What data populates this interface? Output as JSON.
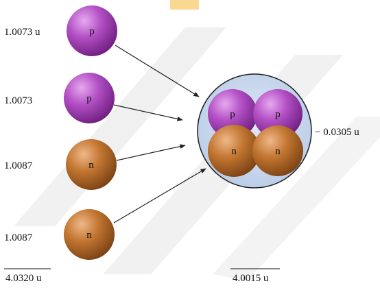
{
  "nucleons": [
    {
      "value": "1.0073 u",
      "symbol": "p",
      "kind": "proton"
    },
    {
      "value": "1.0073",
      "symbol": "p",
      "kind": "proton"
    },
    {
      "value": "1.0087",
      "symbol": "n",
      "kind": "neutron"
    },
    {
      "value": "1.0087",
      "symbol": "n",
      "kind": "neutron"
    }
  ],
  "nucleus": {
    "particles": [
      {
        "symbol": "p",
        "kind": "proton"
      },
      {
        "symbol": "p",
        "kind": "proton"
      },
      {
        "symbol": "n",
        "kind": "neutron"
      },
      {
        "symbol": "n",
        "kind": "neutron"
      }
    ],
    "mass_defect": "− 0.0305 u"
  },
  "totals": {
    "separate": "4.0320 u",
    "nucleus": "4.0015 u"
  },
  "colors": {
    "proton": "#a33fb8",
    "neutron": "#b96a28",
    "nucleus_fill": "#c9d8ee",
    "arrow": "#222222",
    "watermark": "#e9e9e9",
    "watermark_accent": "#f3b520"
  }
}
